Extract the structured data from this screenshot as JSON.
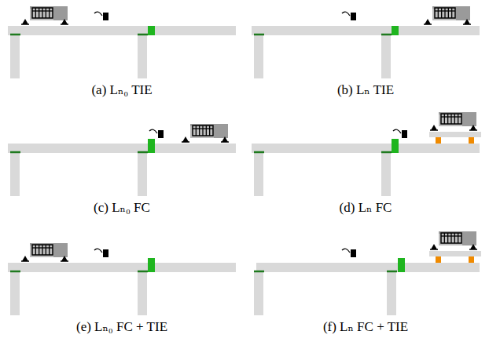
{
  "diagram": {
    "labels": [
      "(a) Lₙ₀ TIE",
      "(b) Lₙ TIE",
      "(c) Lₙ₀ FC",
      "(d) Lₙ FC",
      "(e) Lₙ₀ FC + TIE",
      "(f) Lₙ FC + TIE"
    ]
  }
}
